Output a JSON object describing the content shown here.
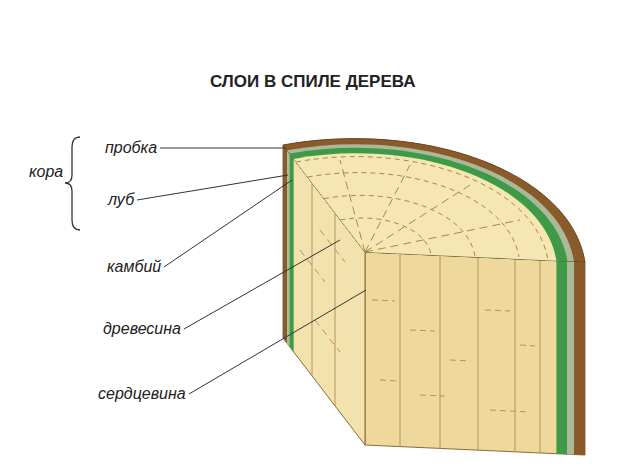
{
  "diagram": {
    "title": "СЛОИ В СПИЛЕ ДЕРЕВА",
    "labels": [
      "пробка",
      "кора",
      "луб",
      "камбий",
      "древесина",
      "сердцевина"
    ]
  }
}
